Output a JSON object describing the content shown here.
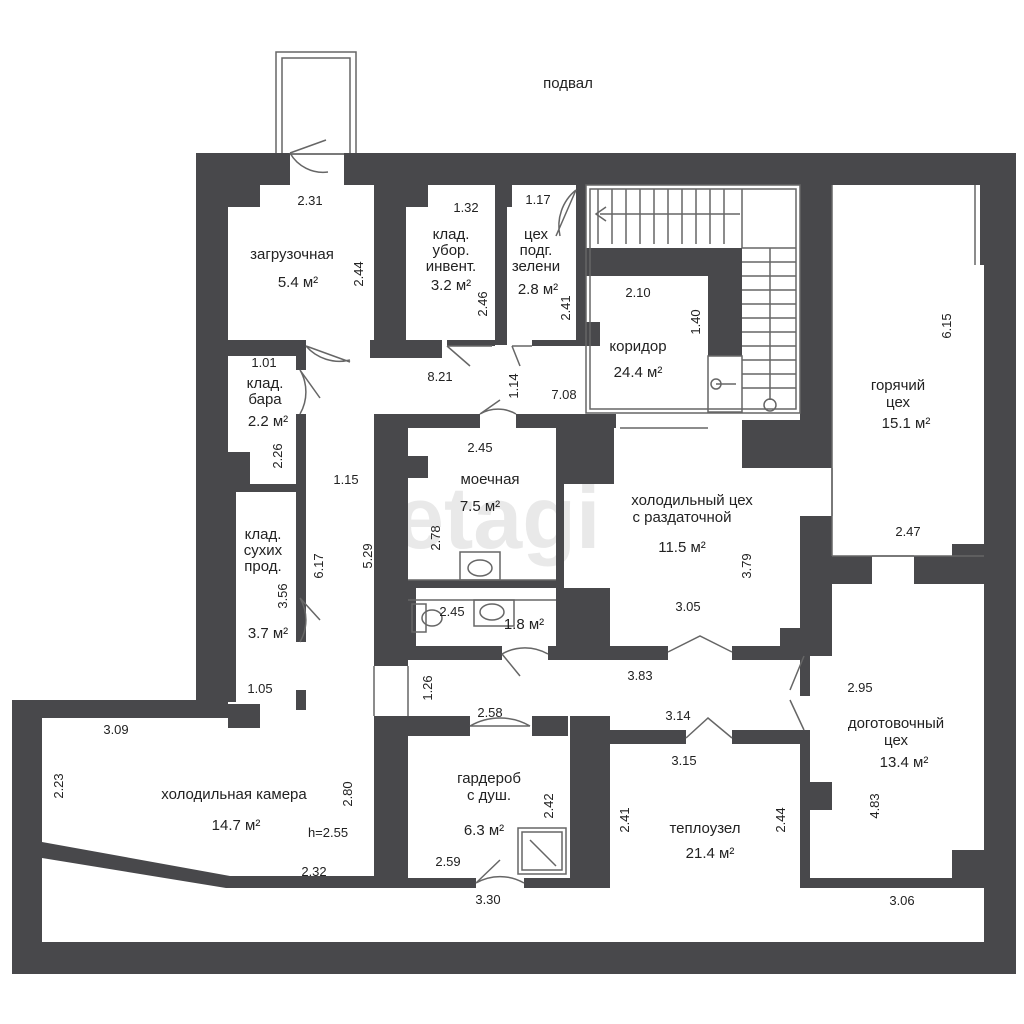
{
  "plan_title": "подвал",
  "watermark": "etagi",
  "rooms": [
    {
      "name_lines": [
        "загрузочная"
      ],
      "area": "5.4 м²"
    },
    {
      "name_lines": [
        "клад.",
        "убор.",
        "инвент."
      ],
      "area": "3.2 м²"
    },
    {
      "name_lines": [
        "цех",
        "подг.",
        "зелени"
      ],
      "area": "2.8 м²"
    },
    {
      "name_lines": [
        "коридор"
      ],
      "area": "24.4 м²"
    },
    {
      "name_lines": [
        "горячий",
        "цех"
      ],
      "area": "15.1 м²"
    },
    {
      "name_lines": [
        "клад.",
        "бара"
      ],
      "area": "2.2 м²"
    },
    {
      "name_lines": [
        "моечная"
      ],
      "area": "7.5 м²"
    },
    {
      "name_lines": [
        "холодильный цех",
        "с раздаточной"
      ],
      "area": "11.5 м²"
    },
    {
      "name_lines": [
        "клад.",
        "сухих",
        "прод."
      ],
      "area": "3.7 м²"
    },
    {
      "name_lines": [],
      "area": "1.8 м²"
    },
    {
      "name_lines": [
        "доготовочный",
        "цех"
      ],
      "area": "13.4 м²"
    },
    {
      "name_lines": [
        "холодильная камера"
      ],
      "area": "14.7 м²"
    },
    {
      "name_lines": [
        "гардероб",
        "с душ."
      ],
      "area": "6.3 м²"
    },
    {
      "name_lines": [
        "теплоузел"
      ],
      "area": "21.4 м²"
    }
  ],
  "ceiling_note": "h=2.55",
  "dimensions": [
    "2.31",
    "2.44",
    "1.32",
    "2.46",
    "1.17",
    "2.41",
    "2.10",
    "1.40",
    "6.15",
    "8.21",
    "1.14",
    "7.08",
    "1.01",
    "2.26",
    "1.15",
    "2.45",
    "2.78",
    "3.79",
    "2.47",
    "6.17",
    "5.29",
    "3.56",
    "2.45",
    "3.05",
    "1.05",
    "1.26",
    "3.83",
    "2.95",
    "3.09",
    "2.58",
    "3.14",
    "2.23",
    "2.80",
    "2.42",
    "3.15",
    "2.41",
    "2.44",
    "4.83",
    "2.32",
    "2.59",
    "3.30",
    "3.06"
  ]
}
